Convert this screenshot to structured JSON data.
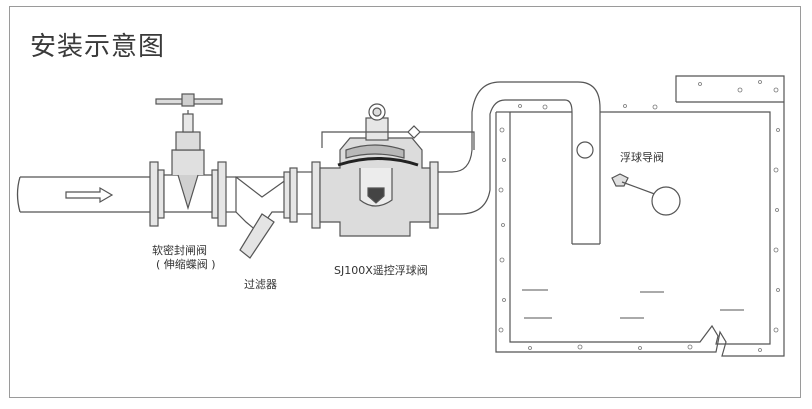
{
  "title": "安装示意图",
  "labels": {
    "gate_valve_line1": "软密封闸阀",
    "gate_valve_line2": "( 伸缩蝶阀 )",
    "strainer": "过滤器",
    "main_valve": "SJ100X遥控浮球阀",
    "float_pilot": "浮球导阀"
  },
  "colors": {
    "line": "#555555",
    "frame": "#9a9a9a",
    "valve_fill": "#dcdcdc",
    "valve_dark": "#b8b8b8",
    "text": "#333333"
  }
}
